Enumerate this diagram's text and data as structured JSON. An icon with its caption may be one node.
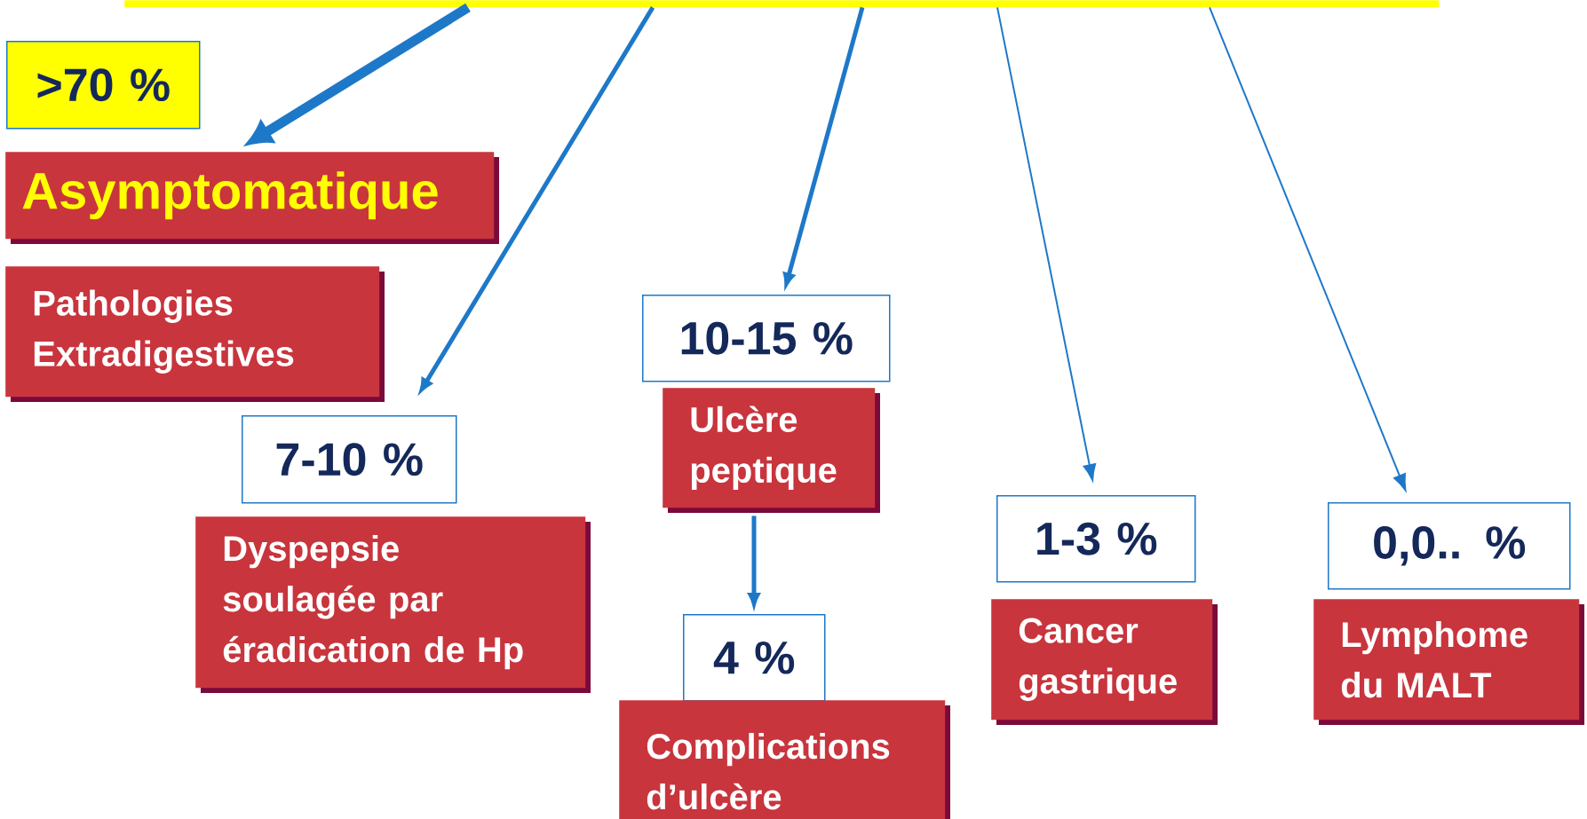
{
  "diagram": {
    "nodes": [
      {
        "text": [],
        "shape": "bar"
      },
      {
        "text": [
          ">70 %"
        ]
      },
      {
        "text": [
          "Asymptomatique"
        ]
      },
      {
        "text": [
          "Pathologies Extradigestives"
        ]
      },
      {
        "text": [
          "7-10 %"
        ]
      },
      {
        "text": [
          "Dyspepsie soulagée par éradication de Hp"
        ]
      },
      {
        "text": [
          "10-15 %"
        ]
      },
      {
        "text": [
          "Ulcère peptique"
        ]
      },
      {
        "text": [
          "4 %"
        ]
      },
      {
        "text": [
          "Complications d’ulcère"
        ]
      },
      {
        "text": [
          "1-3 %"
        ]
      },
      {
        "text": [
          "Cancer gastrique"
        ]
      },
      {
        "text": [
          "0,0.. %"
        ]
      },
      {
        "text": [
          "Lymphome du MALT"
        ]
      }
    ],
    "edges": [
      {
        "from": 0,
        "to": 2,
        "arrow": "to",
        "style": "thick"
      },
      {
        "from": 0,
        "to": 4,
        "arrow": "to"
      },
      {
        "from": 0,
        "to": 6,
        "arrow": "to"
      },
      {
        "from": 0,
        "to": 10,
        "arrow": "to"
      },
      {
        "from": 0,
        "to": 12,
        "arrow": "to"
      },
      {
        "from": 7,
        "to": 8,
        "arrow": "to"
      }
    ]
  }
}
